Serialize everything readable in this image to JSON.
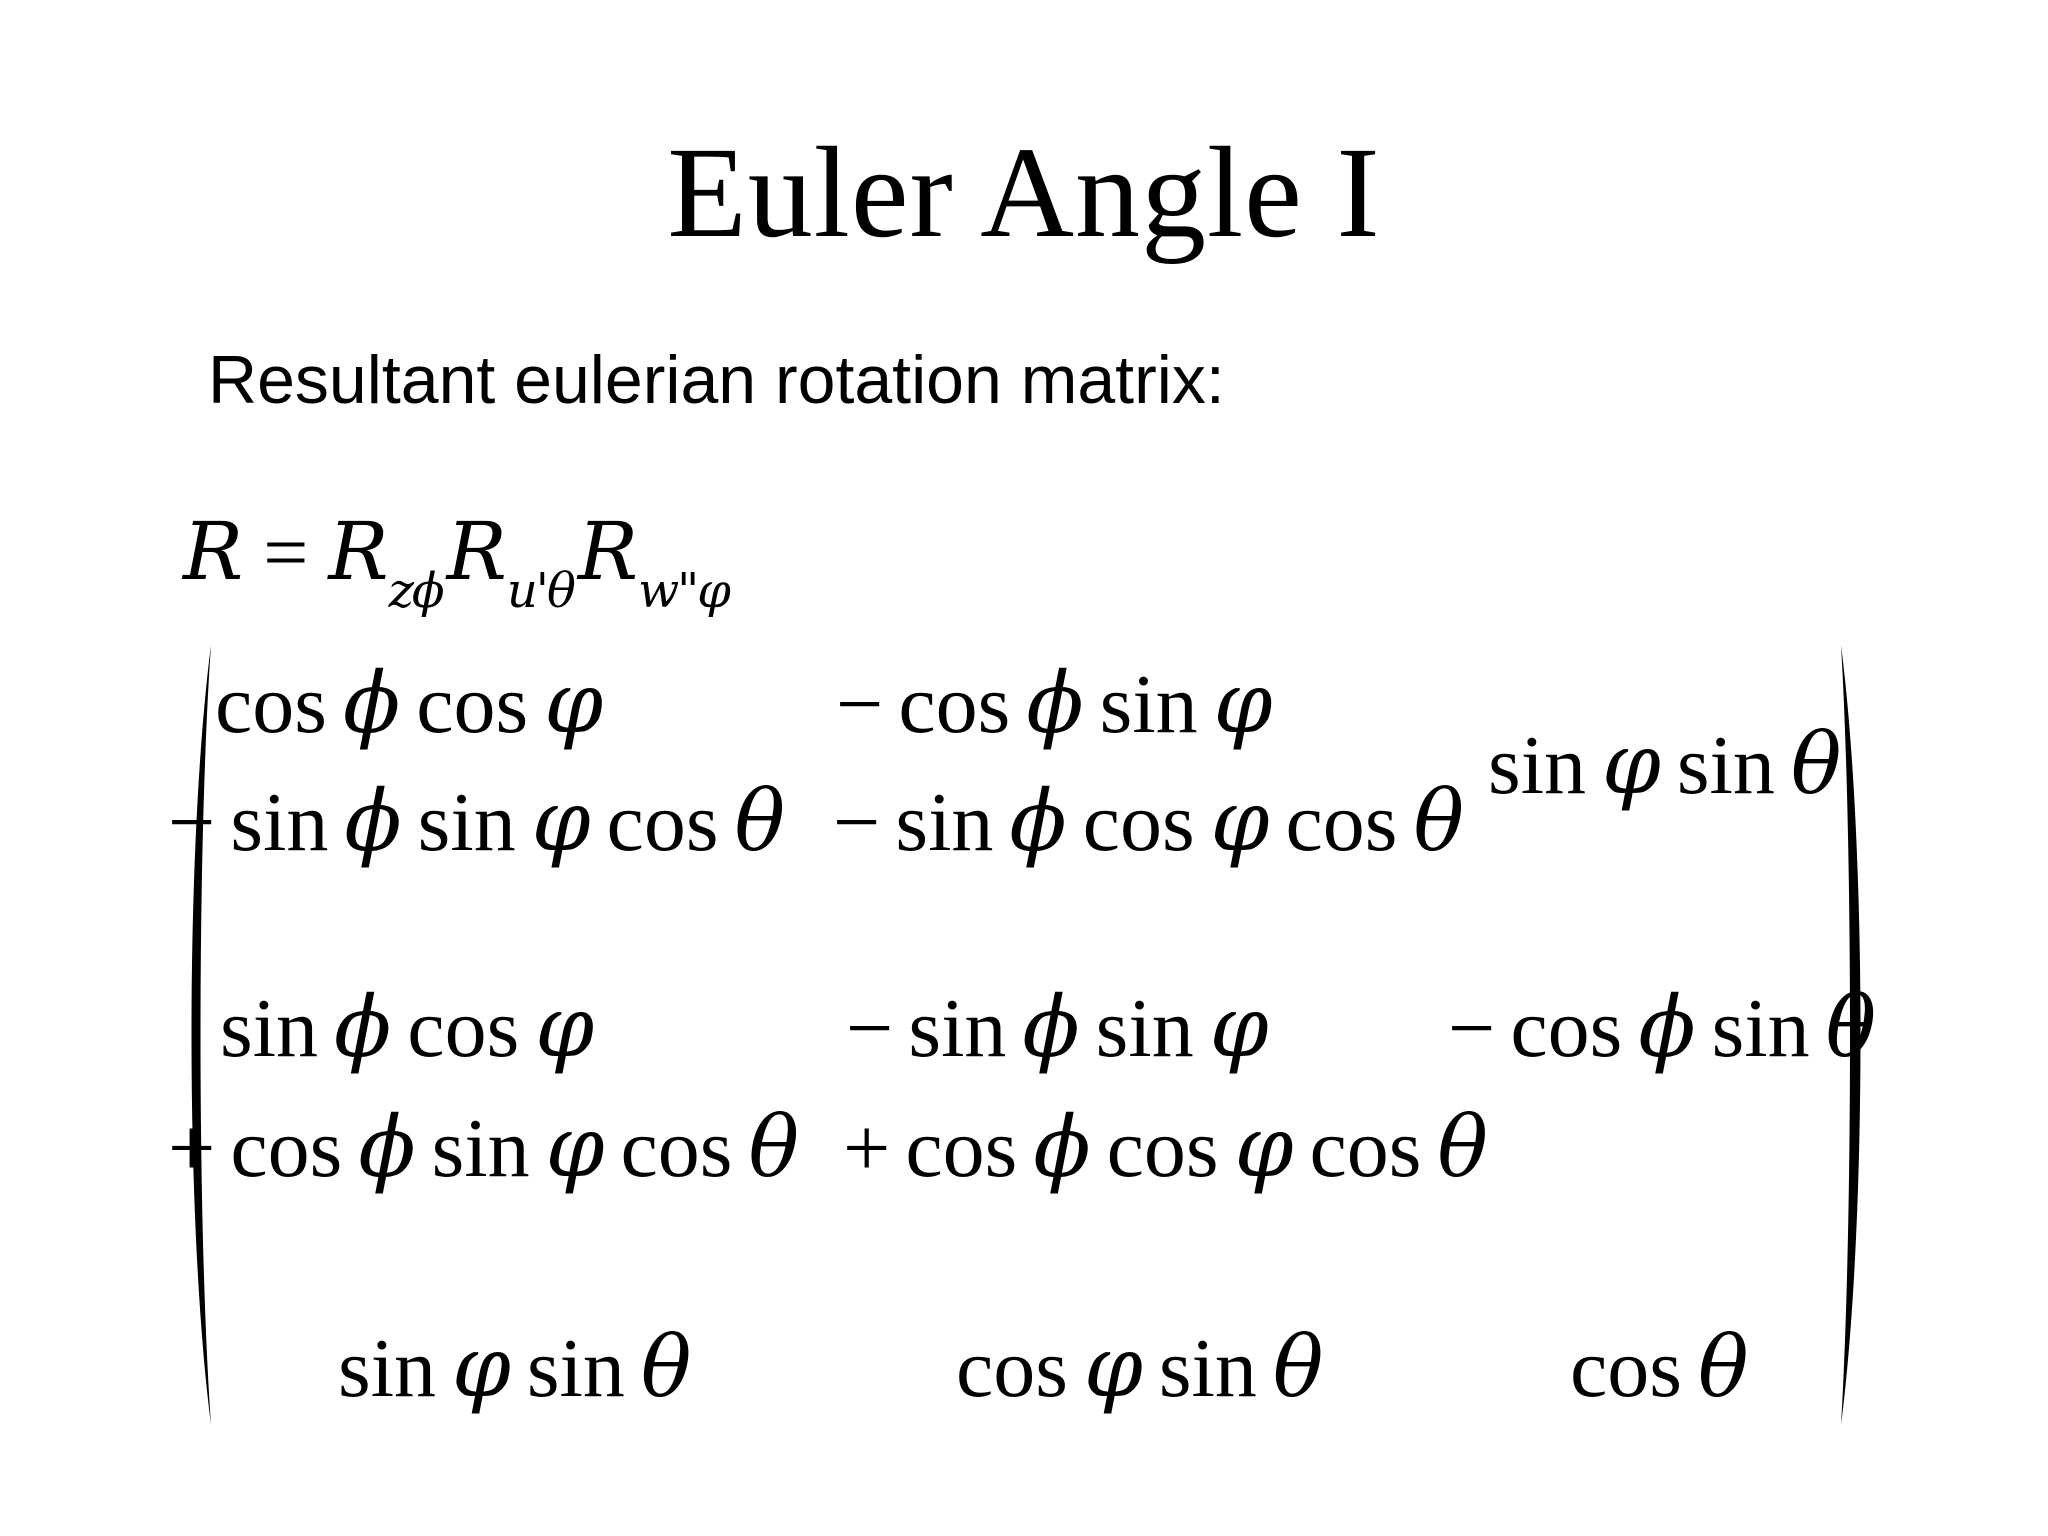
{
  "slide": {
    "title": "Euler Angle I",
    "subtitle": "Resultant eulerian rotation matrix:"
  },
  "colors": {
    "text": "#000000",
    "background": "#ffffff"
  },
  "equation": {
    "lhs": "R",
    "equals": "=",
    "terms": [
      {
        "base": "R",
        "sub": "zϕ"
      },
      {
        "base": "R",
        "sub": "u'θ"
      },
      {
        "base": "R",
        "sub": "w\"φ"
      }
    ]
  },
  "matrix": {
    "rows": [
      [
        {
          "lines": [
            "cos ϕ cos φ",
            "− sin ϕ sin φ cos θ"
          ]
        },
        {
          "lines": [
            "− cos ϕ sin φ",
            "− sin ϕ cos φ cos θ"
          ]
        },
        {
          "lines": [
            "sin φ sin θ"
          ]
        }
      ],
      [
        {
          "lines": [
            "sin ϕ cos φ",
            "+ cos ϕ sin φ cos θ"
          ]
        },
        {
          "lines": [
            "− sin ϕ sin φ",
            "+ cos ϕ cos φ cos θ"
          ]
        },
        {
          "lines": [
            "− cos ϕ sin θ"
          ]
        }
      ],
      [
        {
          "lines": [
            "sin φ sin θ"
          ]
        },
        {
          "lines": [
            "cos φ sin θ"
          ]
        },
        {
          "lines": [
            "cos θ"
          ]
        }
      ]
    ]
  }
}
